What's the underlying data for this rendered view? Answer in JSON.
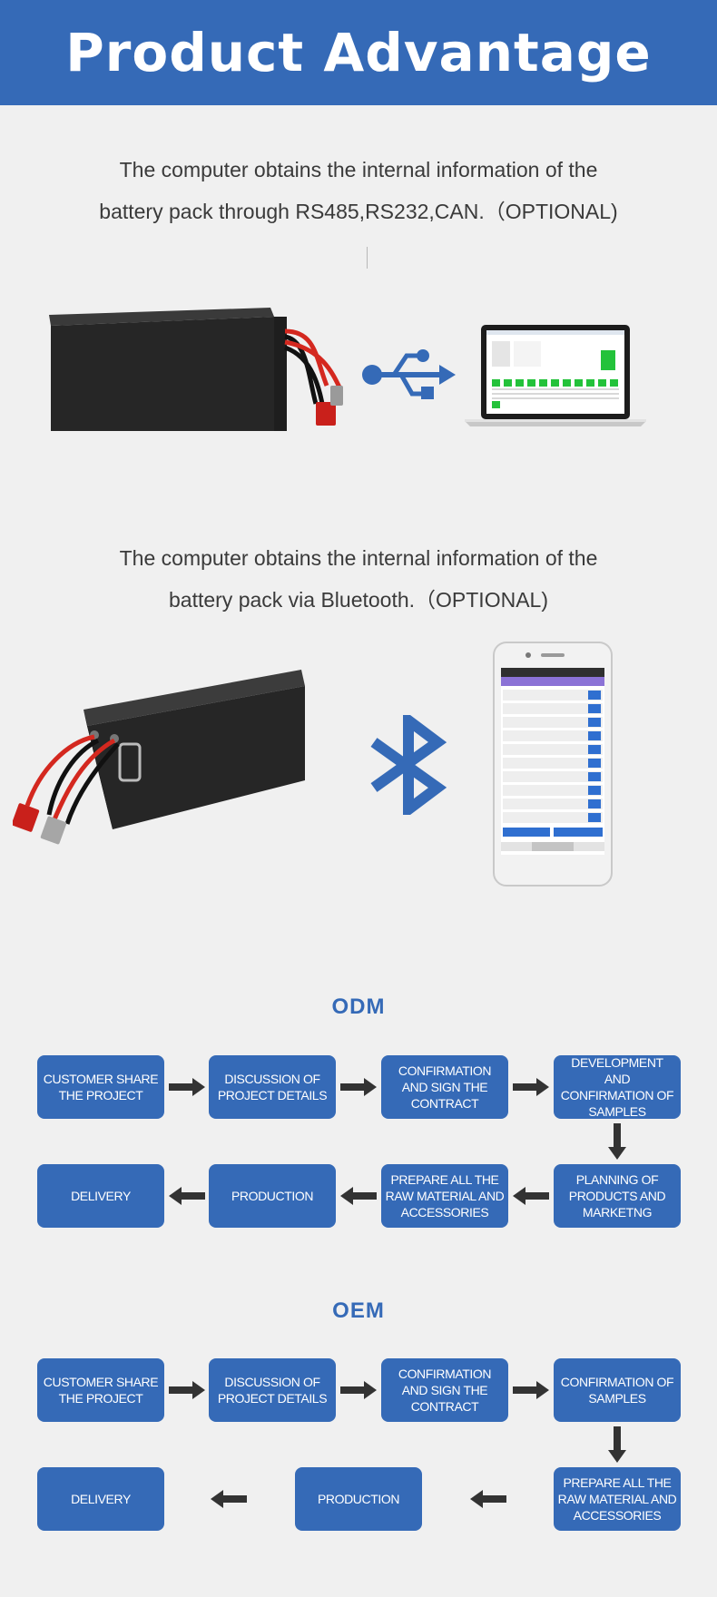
{
  "header": {
    "title": "Product Advantage"
  },
  "section1": {
    "line1": "The computer obtains the internal information of the",
    "line2": "battery pack through RS485,RS232,CAN.（OPTIONAL)"
  },
  "section2": {
    "line1": "The computer obtains the internal information of the",
    "line2": "battery pack via Bluetooth.（OPTIONAL)"
  },
  "odm": {
    "title": "ODM",
    "steps": [
      "CUSTOMER SHARE THE PROJECT",
      "DISCUSSION OF PROJECT DETAILS",
      "CONFIRMATION AND SIGN THE CONTRACT",
      "DEVELOPMENT AND CONFIRMATION OF SAMPLES",
      "PLANNING OF PRODUCTS AND MARKETNG",
      "PREPARE ALL THE RAW MATERIAL AND ACCESSORIES",
      "PRODUCTION",
      "DELIVERY"
    ]
  },
  "oem": {
    "title": "OEM",
    "steps": [
      "CUSTOMER SHARE THE PROJECT",
      "DISCUSSION OF PROJECT DETAILS",
      "CONFIRMATION AND SIGN THE CONTRACT",
      "CONFIRMATION OF SAMPLES",
      "PREPARE ALL THE RAW MATERIAL AND ACCESSORIES",
      "PRODUCTION",
      "DELIVERY"
    ]
  },
  "colors": {
    "brand_blue": "#356ab7",
    "background": "#f0f0f0",
    "battery": "#2a2a2a",
    "arrow": "#333333"
  },
  "icons": [
    "usb-icon",
    "bluetooth-icon",
    "arrow-right-icon",
    "arrow-left-icon",
    "arrow-down-icon"
  ]
}
